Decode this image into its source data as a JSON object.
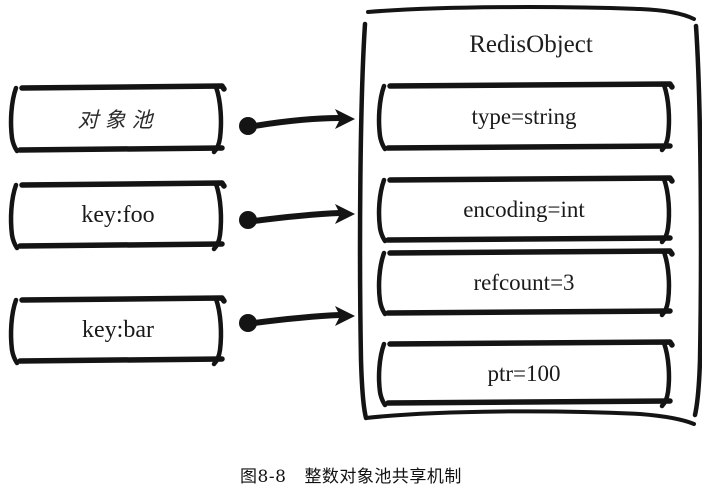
{
  "figure": {
    "caption_number": "图8-8",
    "caption_text": "整数对象池共享机制"
  },
  "left_nodes": [
    {
      "id": "object-pool",
      "label": "对象池",
      "script": "cjk"
    },
    {
      "id": "key-foo",
      "label": "key:foo",
      "script": "latin"
    },
    {
      "id": "key-bar",
      "label": "key:bar",
      "script": "latin"
    }
  ],
  "connectors": [
    {
      "id": "connector-object-pool",
      "from": "对象池",
      "to": "RedisObject",
      "style": "dot-to-arrow"
    },
    {
      "id": "connector-key-foo",
      "from": "key:foo",
      "to": "RedisObject",
      "style": "dot-to-arrow"
    },
    {
      "id": "connector-key-bar",
      "from": "key:bar",
      "to": "RedisObject",
      "style": "dot-to-arrow"
    }
  ],
  "redis_object": {
    "title": "RedisObject",
    "fields": [
      {
        "id": "field-type",
        "label": "type=string",
        "key": "type",
        "value": "string"
      },
      {
        "id": "field-encoding",
        "label": "encoding=int",
        "key": "encoding",
        "value": "int"
      },
      {
        "id": "field-refcount",
        "label": "refcount=3",
        "key": "refcount",
        "value": "3"
      },
      {
        "id": "field-ptr",
        "label": "ptr=100",
        "key": "ptr",
        "value": "100"
      }
    ]
  },
  "colors": {
    "ink": "#111111",
    "background": "#ffffff"
  }
}
